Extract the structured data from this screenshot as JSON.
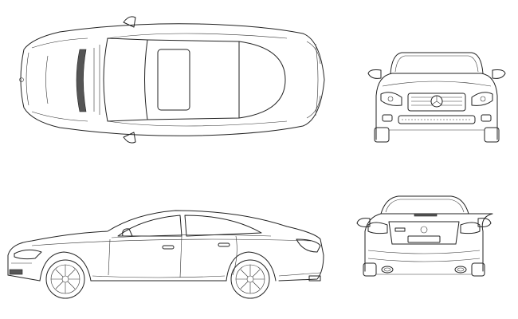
{
  "drawing": {
    "views": [
      {
        "id": "top",
        "kind": "plan"
      },
      {
        "id": "front",
        "kind": "elevation"
      },
      {
        "id": "side",
        "kind": "elevation"
      },
      {
        "id": "rear",
        "kind": "elevation"
      }
    ],
    "line_color": "#222222",
    "background": "#ffffff",
    "rear_badge_visible": true
  }
}
